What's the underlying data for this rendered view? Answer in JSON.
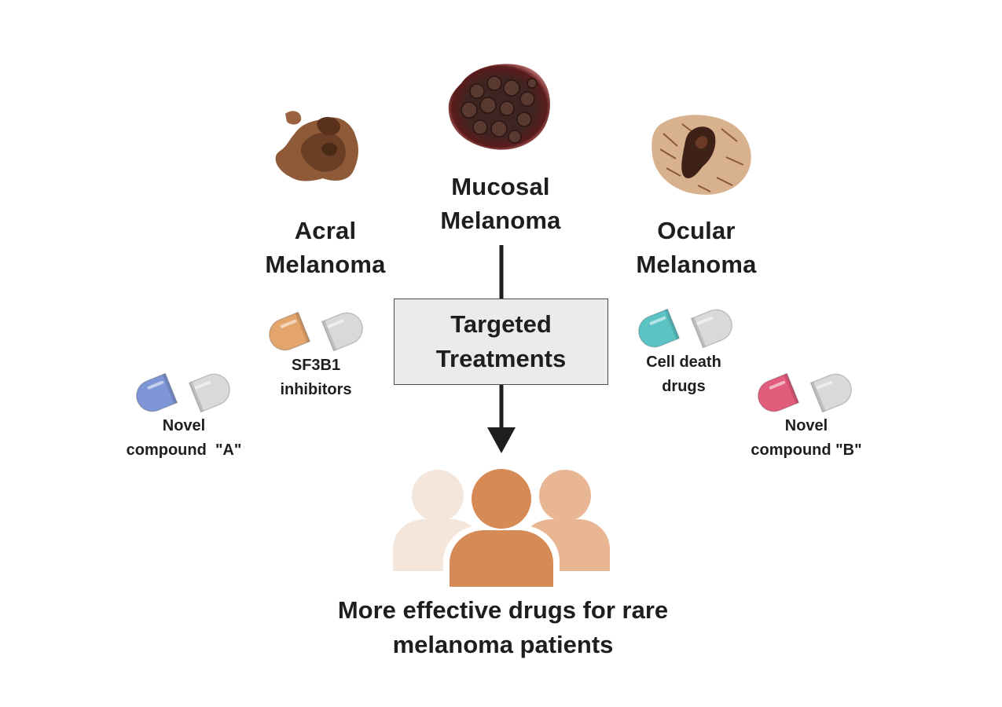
{
  "subtypes": {
    "acral": {
      "line1": "Acral",
      "line2": "Melanoma"
    },
    "mucosal": {
      "line1": "Mucosal",
      "line2": "Melanoma"
    },
    "ocular": {
      "line1": "Ocular",
      "line2": "Melanoma"
    }
  },
  "center": {
    "line1": "Targeted",
    "line2": "Treatments"
  },
  "drugs": {
    "sf3b1": {
      "line1": "SF3B1",
      "line2": "inhibitors",
      "color": "#e4a56d"
    },
    "cell_death": {
      "line1": "Cell death",
      "line2": "drugs",
      "color": "#5cc3c4"
    },
    "compound_a": {
      "line1": "Novel",
      "line2": "compound  \"A\"",
      "color": "#7f96d6"
    },
    "compound_b": {
      "line1": "Novel",
      "line2": "compound \"B\"",
      "color": "#e25c7c"
    }
  },
  "outcome": {
    "line1": "More effective drugs for rare",
    "line2": "melanoma patients"
  },
  "colors": {
    "arrow": "#1e1e1e",
    "capsule_gray": "#d9d9d9",
    "person_light": "#f5e6dc",
    "person_mid": "#e8b693",
    "person_dark": "#d68a55"
  },
  "icons": [
    "acral-lesion-icon",
    "mucosal-lesion-icon",
    "ocular-lesion-icon",
    "capsule-icon",
    "patients-group-icon"
  ]
}
